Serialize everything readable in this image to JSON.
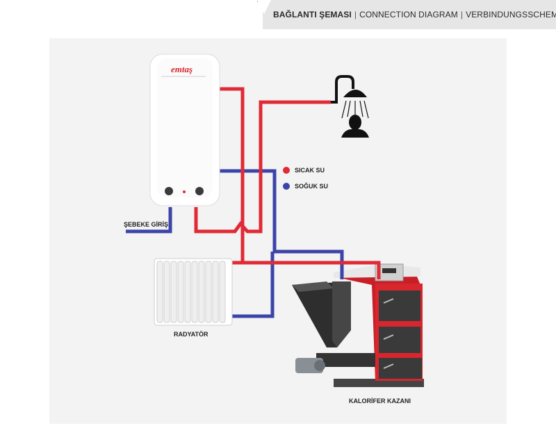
{
  "header": {
    "title_bold": "BAĞLANTI ŞEMASI",
    "title_en": "CONNECTION DIAGRAM",
    "title_de": "VERBINDUNGSSCHEMA"
  },
  "legend": [
    {
      "label": "SICAK SU",
      "color": "#e02a35"
    },
    {
      "label": "SOĞUK SU",
      "color": "#3b44a8"
    }
  ],
  "labels": {
    "mains_inlet": "ŞEBEKE GİRİŞ",
    "radiator": "RADYATÖR",
    "boiler": "KALORİFER KAZANI"
  },
  "heater": {
    "brand": "emtaş"
  },
  "colors": {
    "hot": "#e02a35",
    "cold": "#3b44a8",
    "panel": "#f3f3f3",
    "boiler_red": "#d8262e",
    "boiler_dark": "#3a3a3a"
  },
  "icons": [
    "shower-icon",
    "person-icon"
  ]
}
